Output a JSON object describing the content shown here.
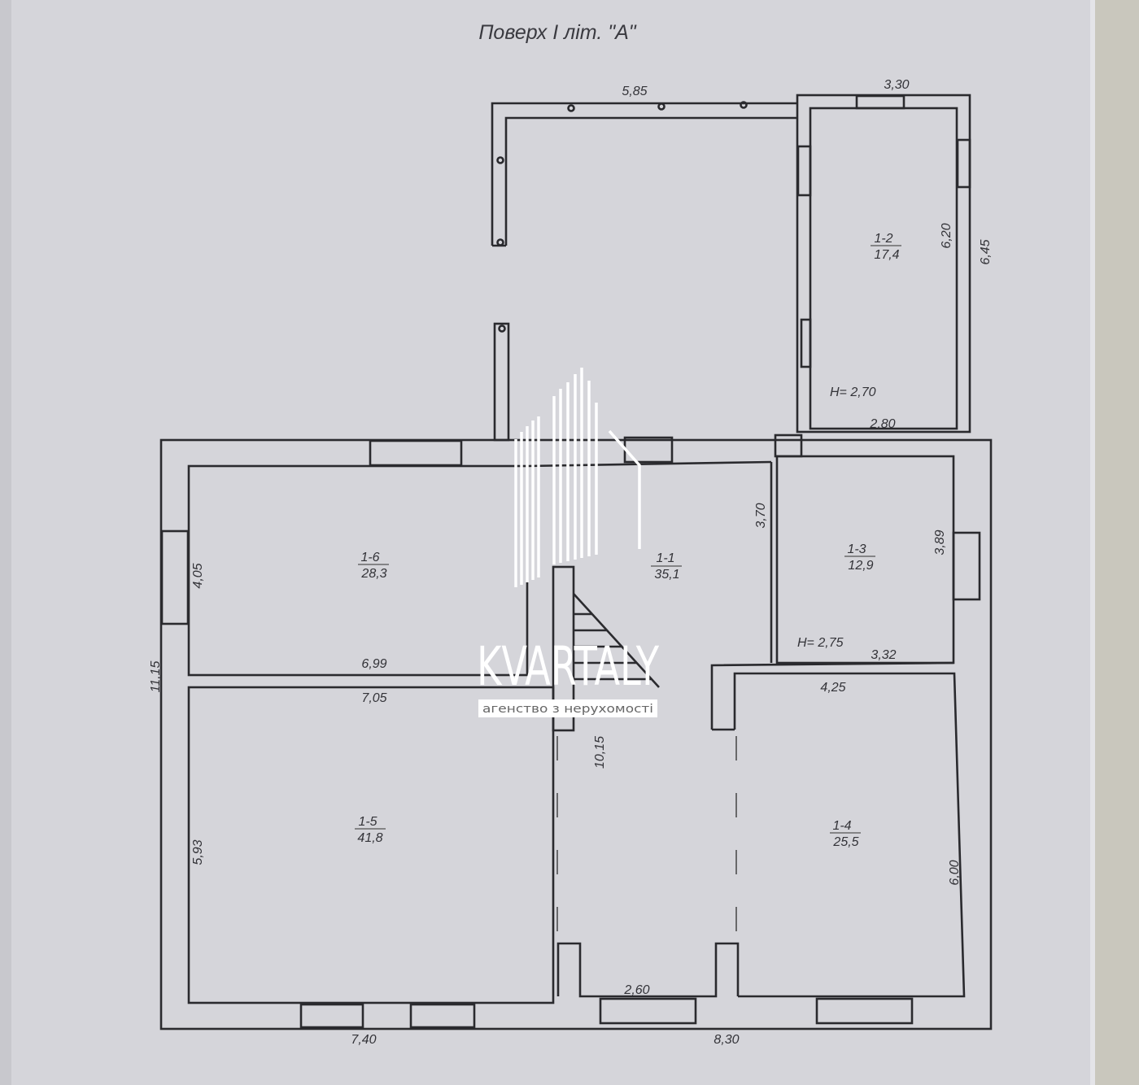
{
  "title": "Поверх I літ. \"А\"",
  "rooms": [
    {
      "id": "1-1",
      "area": "35,1"
    },
    {
      "id": "1-2",
      "area": "17,4"
    },
    {
      "id": "1-3",
      "area": "12,9"
    },
    {
      "id": "1-4",
      "area": "25,5"
    },
    {
      "id": "1-5",
      "area": "41,8"
    },
    {
      "id": "1-6",
      "area": "28,3"
    }
  ],
  "heights": {
    "room_1_2": "H= 2,70",
    "room_1_3": "H= 2,75"
  },
  "dimensions": {
    "porch_top": "5,85",
    "r12_top": "3,30",
    "r12_inner_h": "6,20",
    "r12_outer_h": "6,45",
    "r12_bottom": "2,80",
    "r11_h": "3,70",
    "r13_h": "3,89",
    "r13_bottom": "3,32",
    "r14_top": "4,25",
    "r14_h": "6,00",
    "r16_h": "4,05",
    "r16_bottom": "6,99",
    "r15_top": "7,05",
    "r15_h": "5,93",
    "overall_h": "11,15",
    "center_h": "10,15",
    "bottom_mid": "2,60",
    "bottom_left": "7,40",
    "bottom_right": "8,30"
  },
  "watermark": {
    "brand": "KVARTALY",
    "tagline": "агенство з нерухомості"
  }
}
